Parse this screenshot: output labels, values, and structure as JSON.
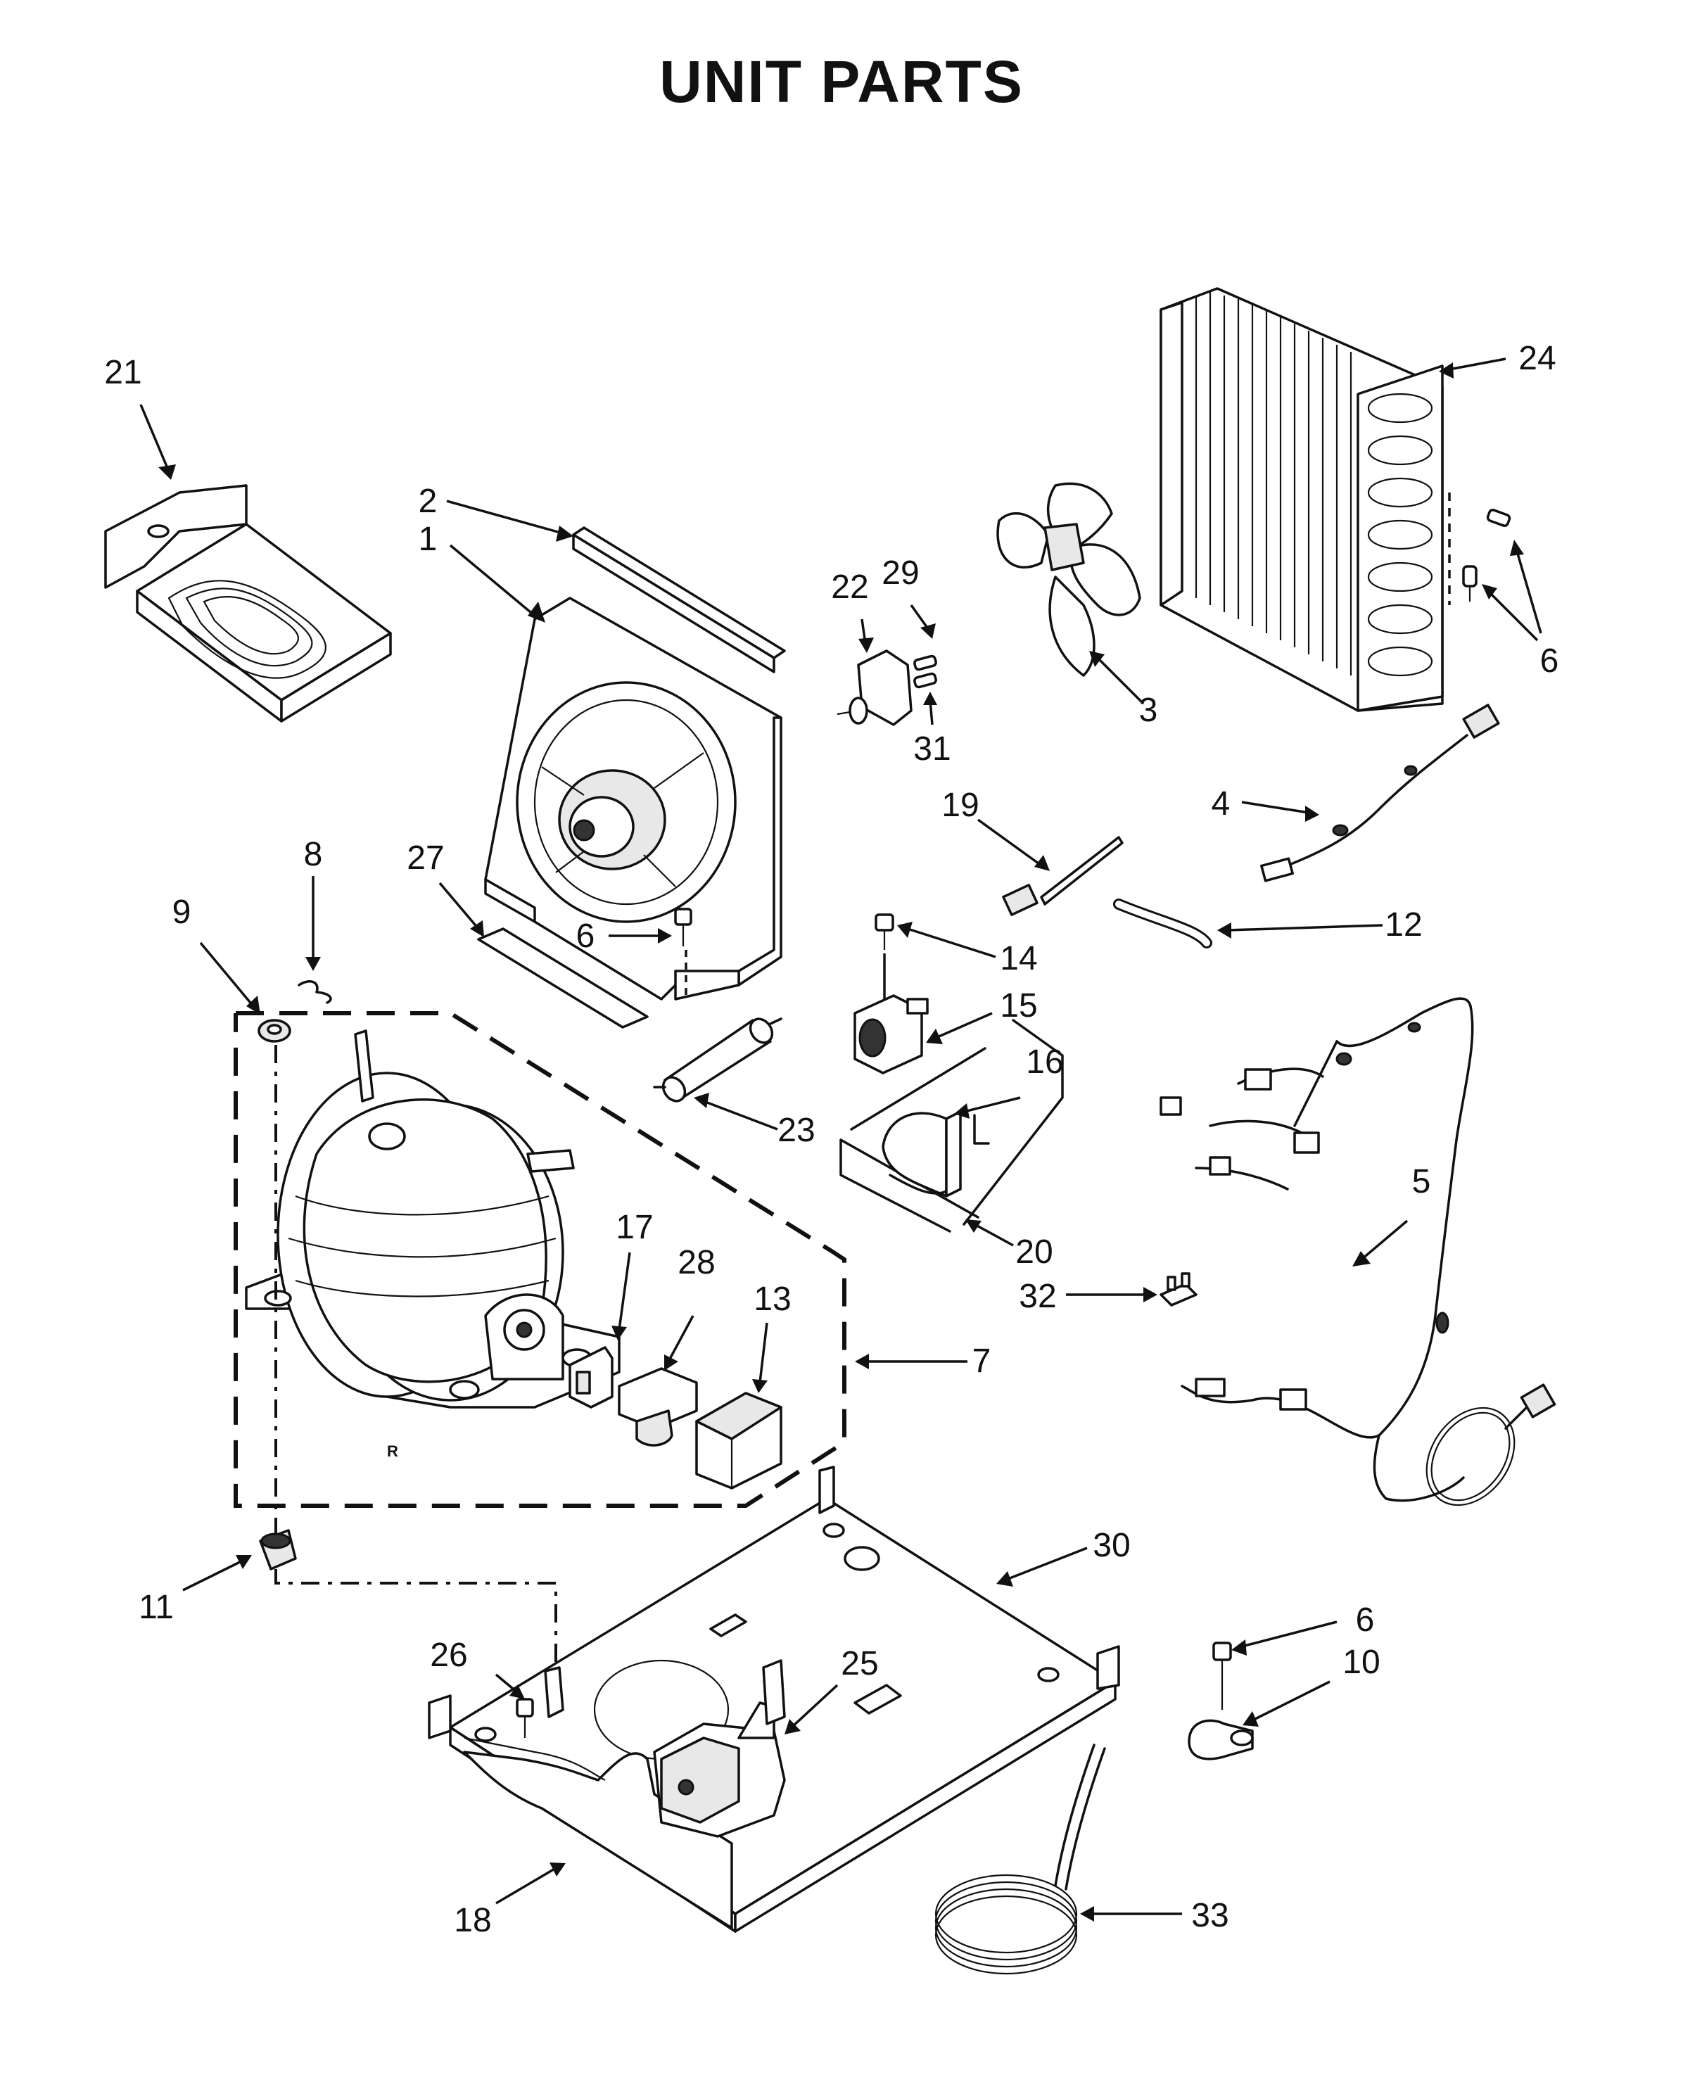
{
  "title": "UNIT PARTS",
  "callouts": [
    {
      "id": "21",
      "label": "21"
    },
    {
      "id": "2",
      "label": "2"
    },
    {
      "id": "1",
      "label": "1"
    },
    {
      "id": "22",
      "label": "22"
    },
    {
      "id": "29",
      "label": "29"
    },
    {
      "id": "31",
      "label": "31"
    },
    {
      "id": "3",
      "label": "3"
    },
    {
      "id": "24",
      "label": "24"
    },
    {
      "id": "6a",
      "label": "6"
    },
    {
      "id": "4",
      "label": "4"
    },
    {
      "id": "19",
      "label": "19"
    },
    {
      "id": "12",
      "label": "12"
    },
    {
      "id": "8",
      "label": "8"
    },
    {
      "id": "27",
      "label": "27"
    },
    {
      "id": "9",
      "label": "9"
    },
    {
      "id": "6b",
      "label": "6"
    },
    {
      "id": "14",
      "label": "14"
    },
    {
      "id": "15",
      "label": "15"
    },
    {
      "id": "16",
      "label": "16"
    },
    {
      "id": "23",
      "label": "23"
    },
    {
      "id": "5",
      "label": "5"
    },
    {
      "id": "20",
      "label": "20"
    },
    {
      "id": "17",
      "label": "17"
    },
    {
      "id": "28",
      "label": "28"
    },
    {
      "id": "13",
      "label": "13"
    },
    {
      "id": "32",
      "label": "32"
    },
    {
      "id": "7",
      "label": "7"
    },
    {
      "id": "30",
      "label": "30"
    },
    {
      "id": "11",
      "label": "11"
    },
    {
      "id": "6c",
      "label": "6"
    },
    {
      "id": "10",
      "label": "10"
    },
    {
      "id": "26",
      "label": "26"
    },
    {
      "id": "25",
      "label": "25"
    },
    {
      "id": "18",
      "label": "18"
    },
    {
      "id": "33",
      "label": "33"
    }
  ],
  "compressor_mark": "R"
}
